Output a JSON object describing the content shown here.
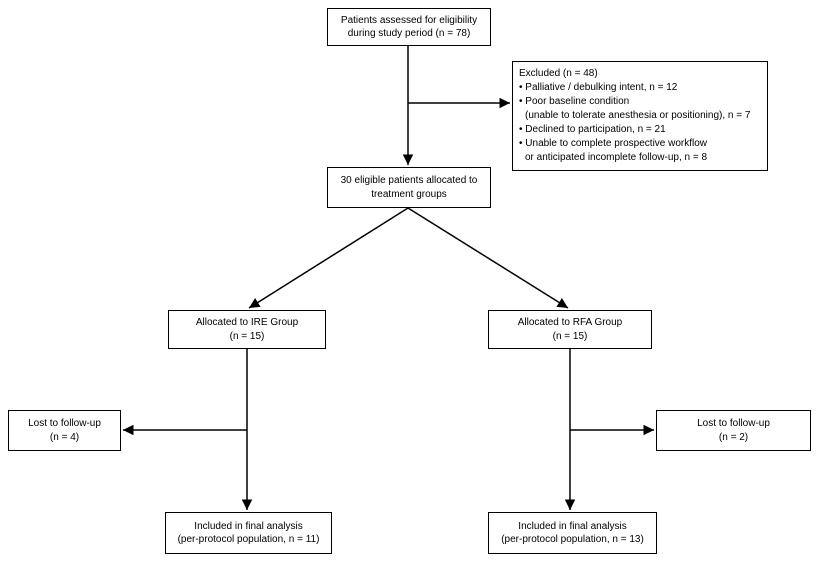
{
  "nodes": {
    "eligibility": {
      "line1": "Patients assessed for eligibility",
      "line2": "during study period (n = 78)"
    },
    "excluded": {
      "lines": [
        "Excluded (n = 48)",
        "• Palliative / debulking intent, n = 12",
        "• Poor baseline condition",
        "(unable to tolerate anesthesia or positioning), n = 7",
        "• Declined to participation, n = 21",
        "• Unable to complete prospective workflow",
        "or anticipated incomplete follow-up, n = 8"
      ]
    },
    "allocation": {
      "line1": "30 eligible patients allocated to",
      "line2": "treatment groups"
    },
    "ire_group": {
      "line1": "Allocated to IRE Group",
      "line2": "(n = 15)"
    },
    "rfa_group": {
      "line1": "Allocated to RFA  Group",
      "line2": "(n = 15)"
    },
    "lost_ire": {
      "line1": "Lost to follow-up",
      "line2": "(n = 4)"
    },
    "lost_rfa": {
      "line1": "Lost to follow-up",
      "line2": "(n = 2)"
    },
    "final_ire": {
      "line1": "Included in final analysis",
      "line2": "(per-protocol population, n = 11)"
    },
    "final_rfa": {
      "line1": "Included in final analysis",
      "line2": "(per-protocol population, n = 13)"
    }
  },
  "colors": {
    "box_border": "#000000",
    "arrow": "#000000",
    "background": "#ffffff",
    "text": "#000000"
  }
}
